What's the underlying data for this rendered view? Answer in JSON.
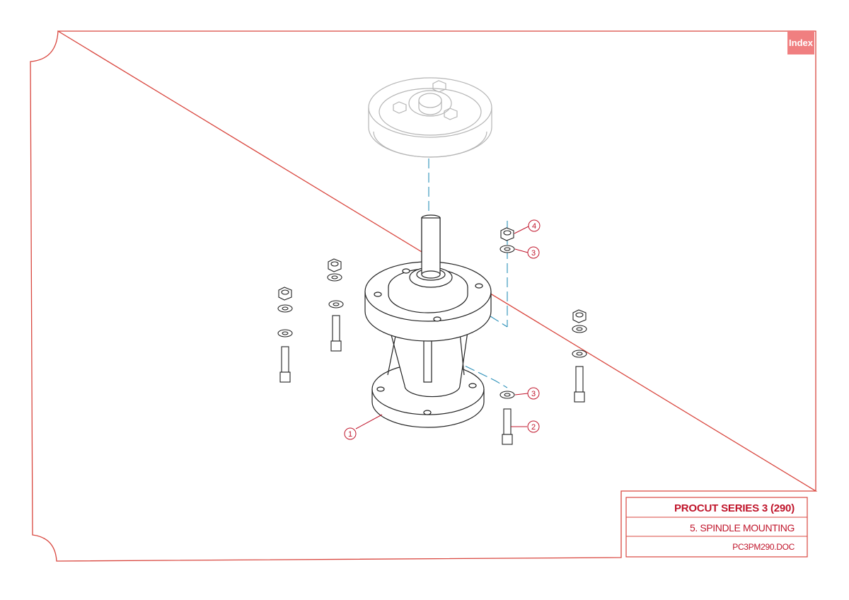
{
  "index_button": {
    "label": "Index"
  },
  "title_block": {
    "title": "PROCUT SERIES 3 (290)",
    "subtitle": "5. SPINDLE MOUNTING",
    "document": "PC3PM290.DOC"
  },
  "callouts": [
    {
      "label": "1"
    },
    {
      "label": "2"
    },
    {
      "label": "3"
    },
    {
      "label": "3"
    },
    {
      "label": "4"
    }
  ],
  "colors": {
    "border": "#d9473f",
    "callout": "#c0152b",
    "line_art": "#222222",
    "ghost_part": "#b5b5b5",
    "center_line": "#2a8fb8",
    "index_button": "#f07f80"
  }
}
